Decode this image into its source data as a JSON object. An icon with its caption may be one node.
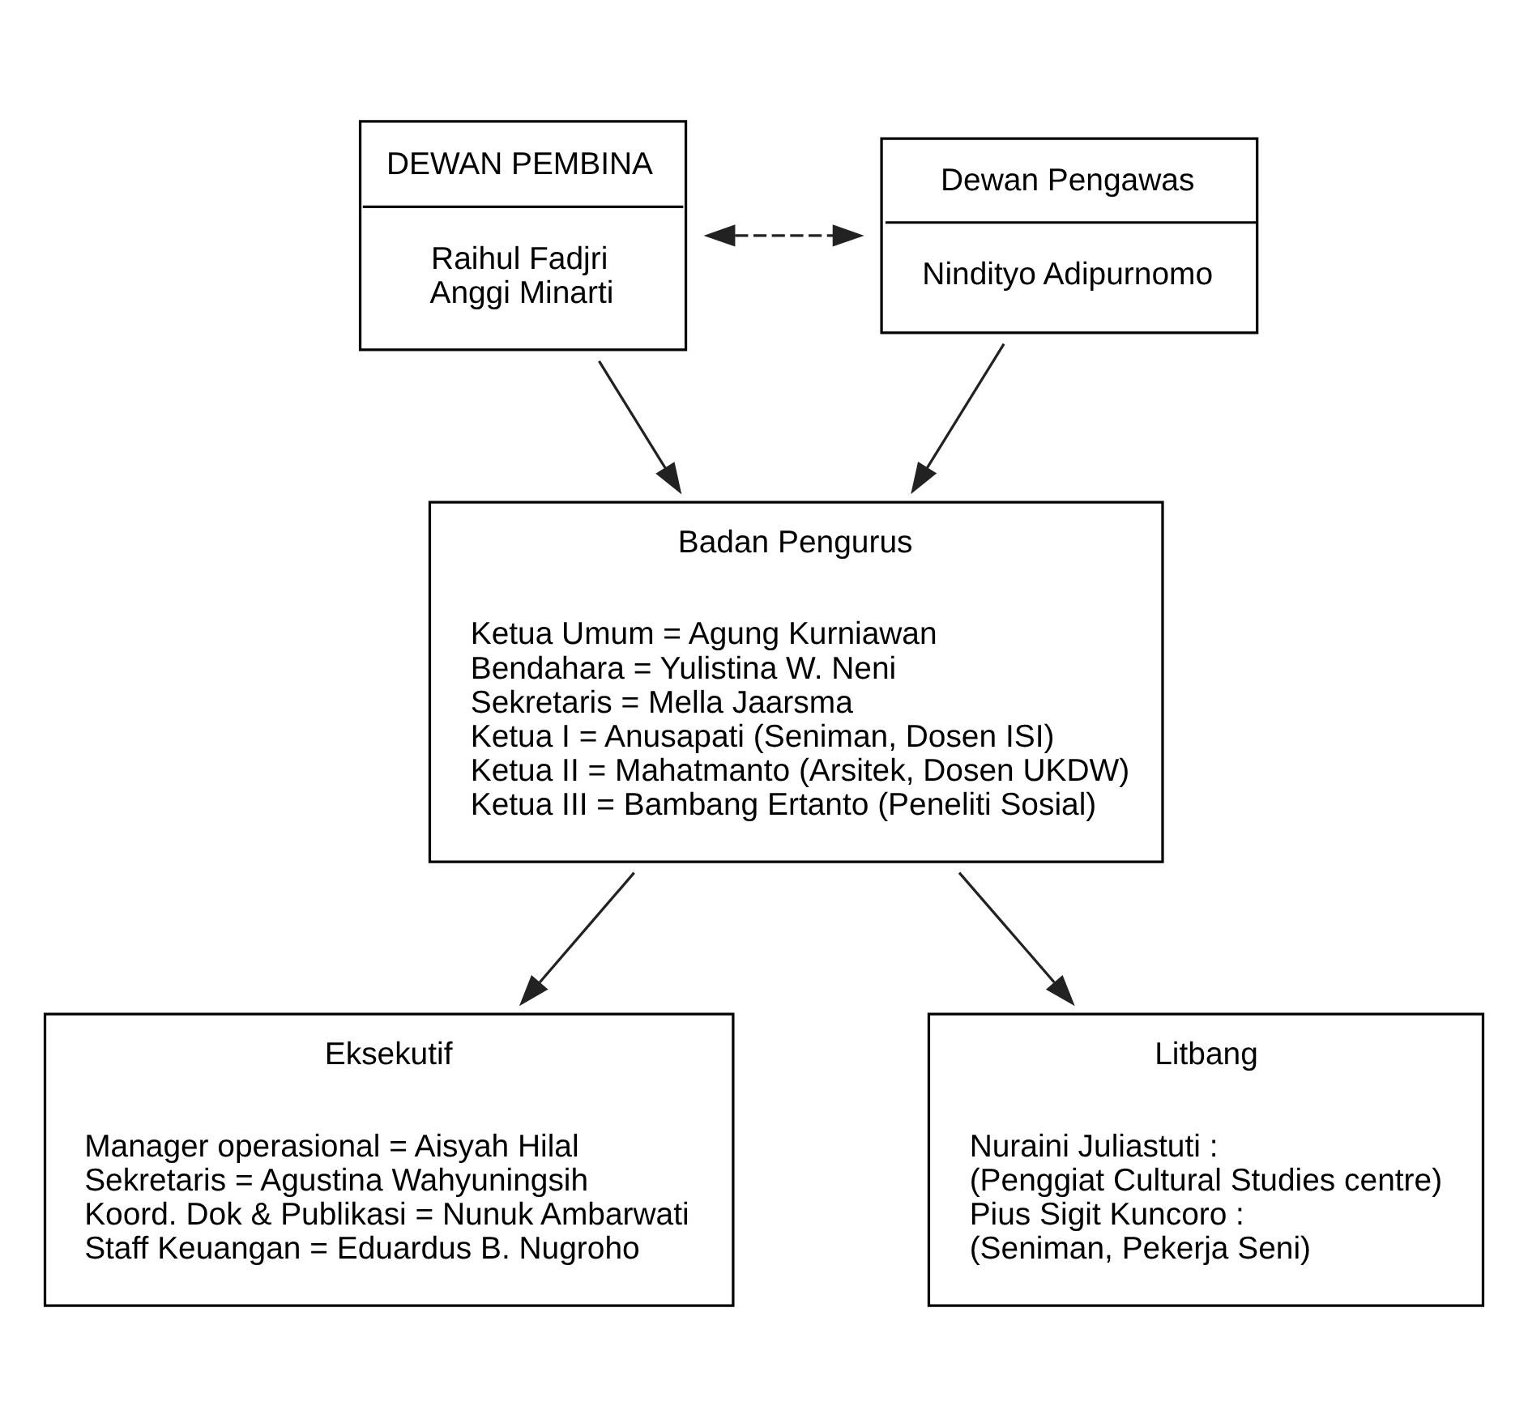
{
  "diagram": {
    "nodes": [
      {
        "text": [
          "DEWAN PEMBINA",
          "Raihul Fadjri",
          "Anggi Minarti"
        ]
      },
      {
        "text": [
          "Dewan Pengawas",
          "Nindityo Adipurnomo"
        ]
      },
      {
        "text": [
          "Badan Pengurus",
          "Ketua Umum = Agung Kurniawan",
          "Bendahara = Yulistina W. Neni",
          "Sekretaris = Mella Jaarsma",
          "Ketua I = Anusapati (Seniman, Dosen ISI)",
          "Ketua II = Mahatmanto (Arsitek, Dosen UKDW)",
          "Ketua III = Bambang Ertanto (Peneliti Sosial)"
        ]
      },
      {
        "text": [
          "Eksekutif",
          "Manager operasional = Aisyah Hilal",
          "Sekretaris = Agustina Wahyuningsih",
          "Koord. Dok & Publikasi = Nunuk Ambarwati",
          "Staff Keuangan = Eduardus B. Nugroho"
        ]
      },
      {
        "text": [
          "Litbang",
          "Nuraini Juliastuti :",
          "(Penggiat Cultural Studies centre)",
          "Pius Sigit Kuncoro :",
          "(Seniman, Pekerja Seni)"
        ]
      }
    ],
    "edges": [
      {
        "from": 0,
        "to": 1,
        "arrow": "both",
        "style": "dashed"
      },
      {
        "from": 0,
        "to": 2,
        "arrow": "to"
      },
      {
        "from": 1,
        "to": 2,
        "arrow": "to"
      },
      {
        "from": 2,
        "to": 3,
        "arrow": "to"
      },
      {
        "from": 2,
        "to": 4,
        "arrow": "to"
      }
    ]
  }
}
